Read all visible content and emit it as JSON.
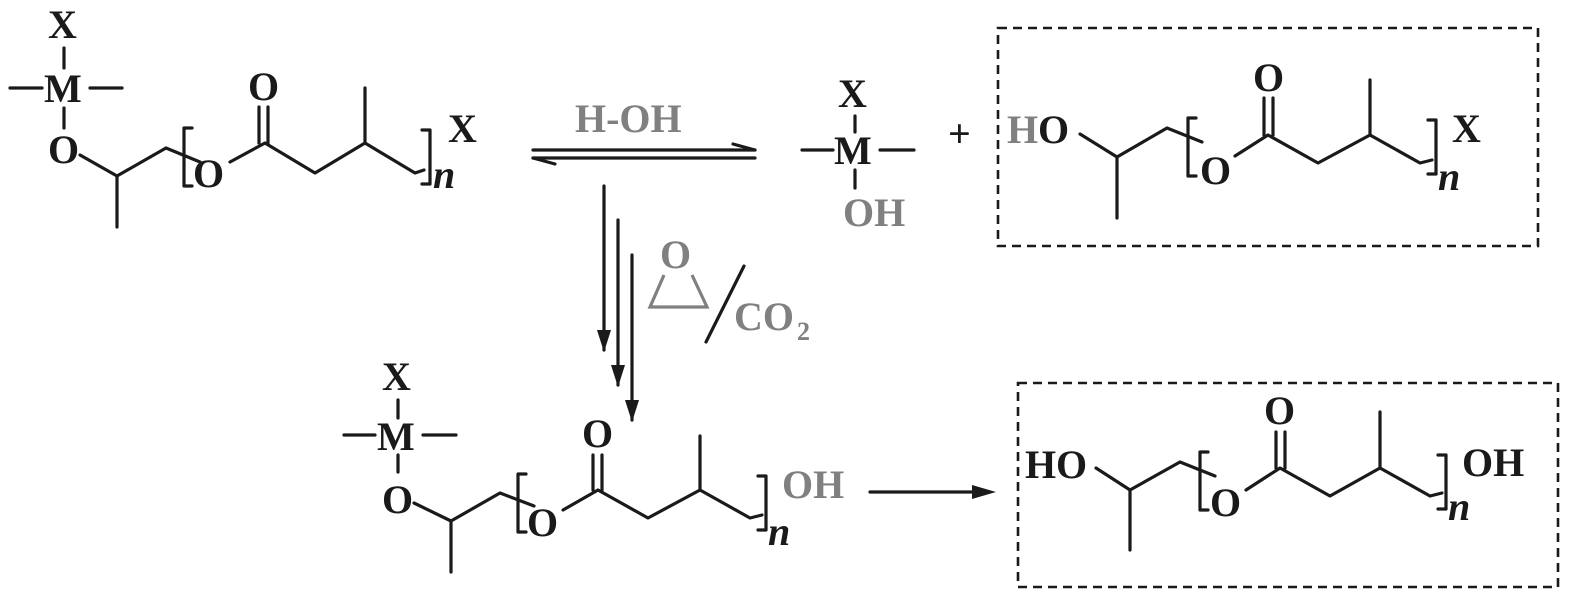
{
  "scheme": {
    "atoms": {
      "X": "X",
      "M": "M",
      "O": "O",
      "H": "H",
      "n": "n",
      "OH": "OH",
      "HO_H": "H",
      "HO_O": "O",
      "plus": "+"
    },
    "reagents": {
      "water": "H-OH",
      "epoxide_O": "O",
      "co2_C": "CO",
      "co2_sub": "2"
    },
    "colors": {
      "structure": "#1a1a1a",
      "reagent": "#808080"
    }
  }
}
